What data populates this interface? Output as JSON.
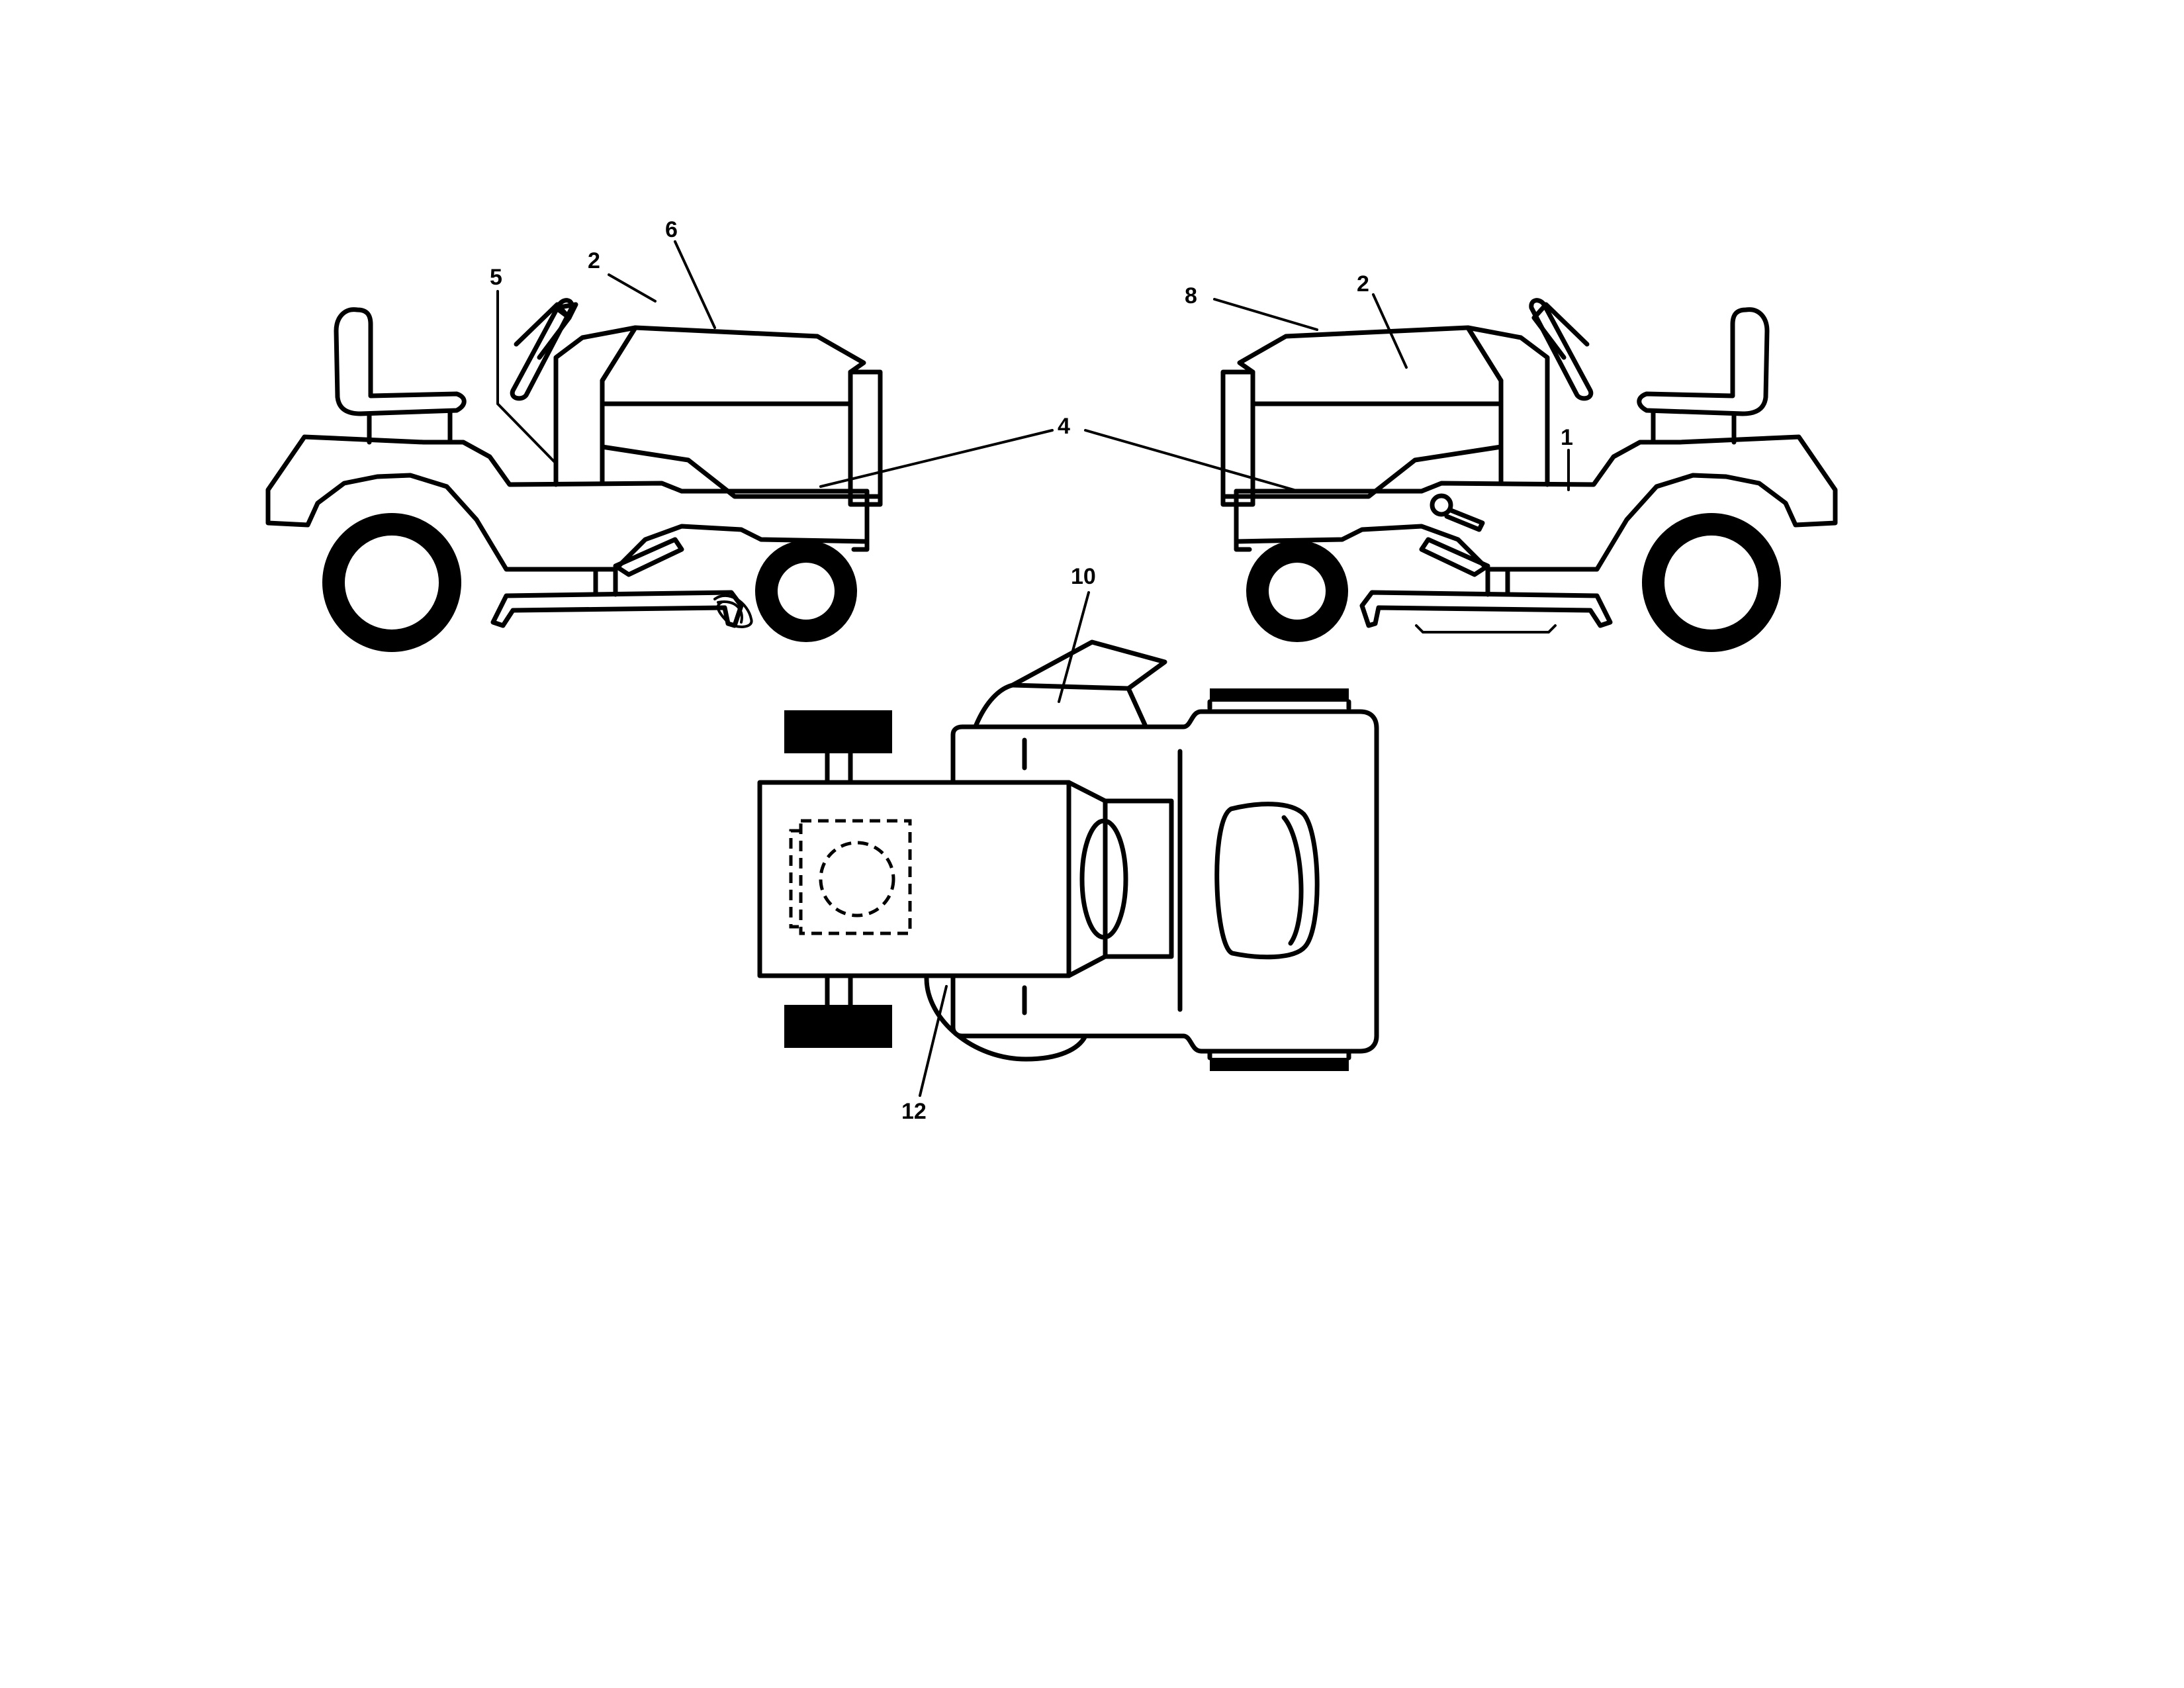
{
  "callouts": {
    "left_2": "2",
    "left_4": "4",
    "left_5": "5",
    "left_6": "6",
    "right_1": "1",
    "right_2": "2",
    "right_8": "8",
    "top_10": "10",
    "top_12": "12"
  }
}
